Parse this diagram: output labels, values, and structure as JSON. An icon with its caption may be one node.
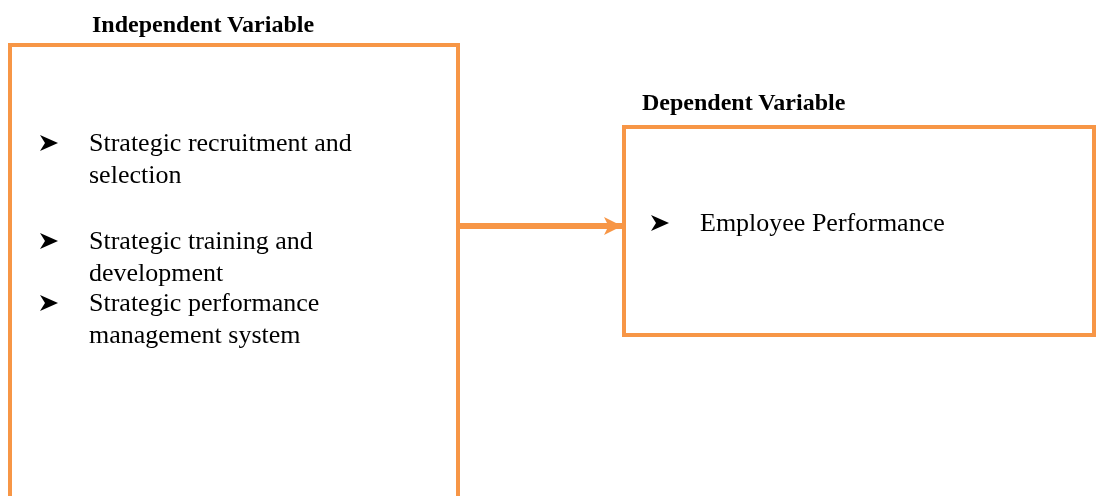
{
  "diagram": {
    "nodes": [
      {
        "text": [
          "Independent Variable",
          "Strategic recruitment and selection",
          "Strategic training and development",
          "Strategic performance management system"
        ]
      },
      {
        "text": [
          "Dependent Variable",
          "Employee Performance"
        ]
      }
    ],
    "edges": [
      {
        "from": 0,
        "to": 1,
        "arrow": "to"
      }
    ]
  }
}
